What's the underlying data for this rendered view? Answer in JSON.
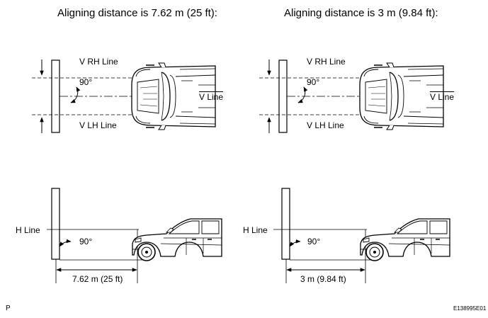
{
  "left": {
    "title": "Aligning distance is 7.62 m (25 ft):",
    "v_rh_line": "V RH Line",
    "v_lh_line": "V LH Line",
    "v_line": "V Line",
    "angle_top": "90°",
    "h_line": "H Line",
    "angle_bottom": "90°",
    "distance": "7.62 m (25 ft)"
  },
  "right": {
    "title": "Aligning distance is 3 m (9.84 ft):",
    "v_rh_line": "V RH Line",
    "v_lh_line": "V LH Line",
    "v_line": "V Line",
    "angle_top": "90°",
    "h_line": "H Line",
    "angle_bottom": "90°",
    "distance": "3 m (9.84 ft)"
  },
  "footer": {
    "page_marker": "P",
    "figure_code": "E138995E01"
  }
}
